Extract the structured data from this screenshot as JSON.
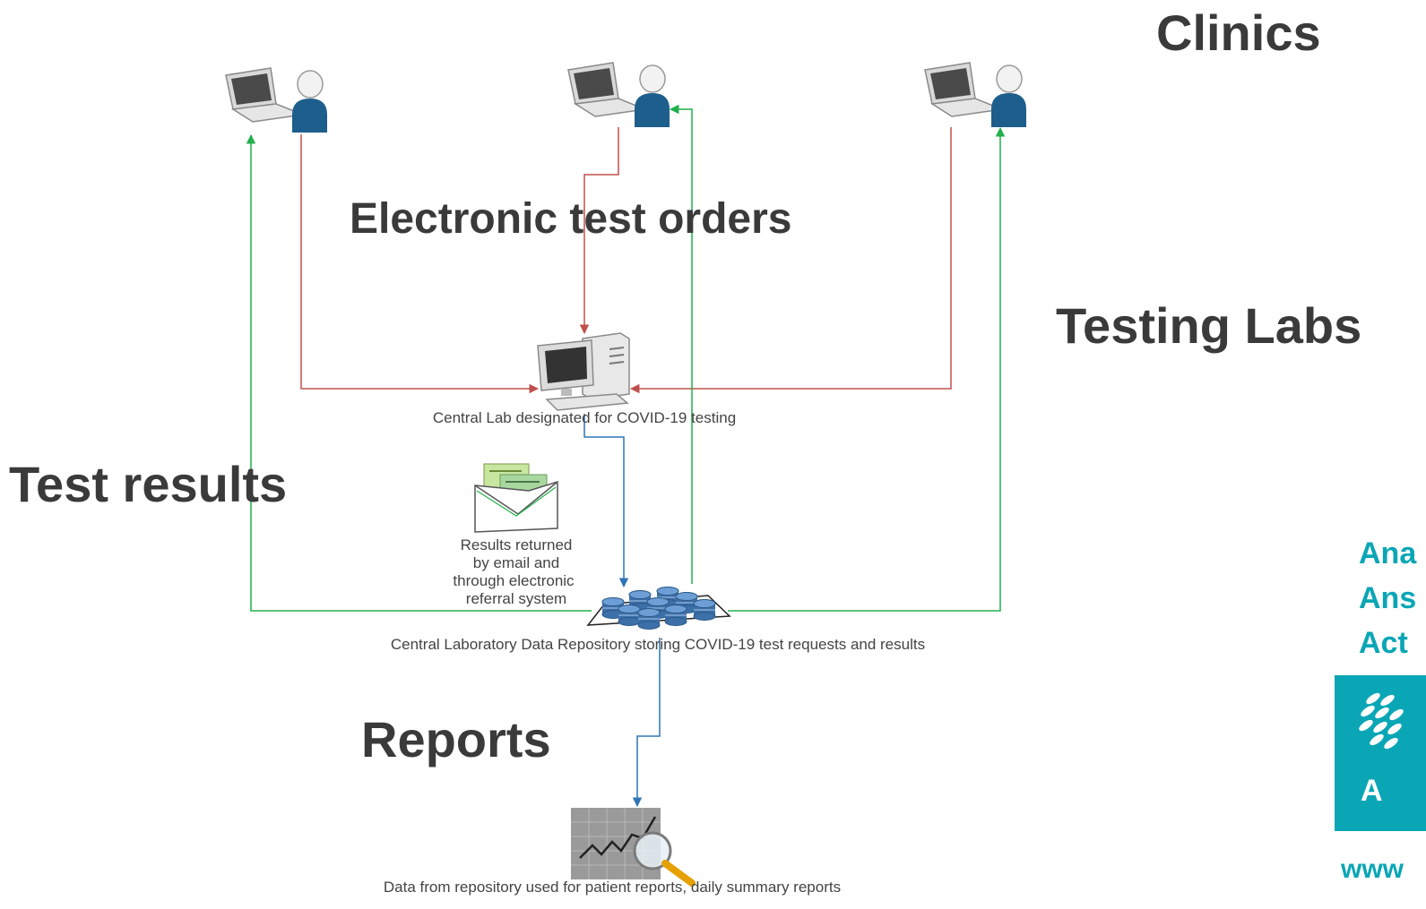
{
  "labels": {
    "clinics": "Clinics",
    "electronic_test_orders": "Electronic test orders",
    "testing_labs": "Testing Labs",
    "test_results": "Test results",
    "reports": "Reports"
  },
  "captions": {
    "central_lab": "Central Lab designated for COVID-19 testing",
    "results_line1": "Results returned",
    "results_line2": "by email and",
    "results_line3": "through electronic",
    "results_line4": "referral system",
    "repository": "Central Laboratory Data Repository storing COVID-19 test requests and results",
    "reports_caption": "Data from repository used for patient reports, daily summary reports"
  },
  "brand_fragments": {
    "line1": "Ana",
    "line2": "Ans",
    "line3": "Act",
    "logo_letter": "A",
    "url_fragment": "www"
  },
  "colors": {
    "order_flow": "#c0504d",
    "result_flow": "#22b14c",
    "data_flow": "#2e75b6",
    "heading": "#3a3a3a",
    "brand": "#0aa6b6"
  }
}
